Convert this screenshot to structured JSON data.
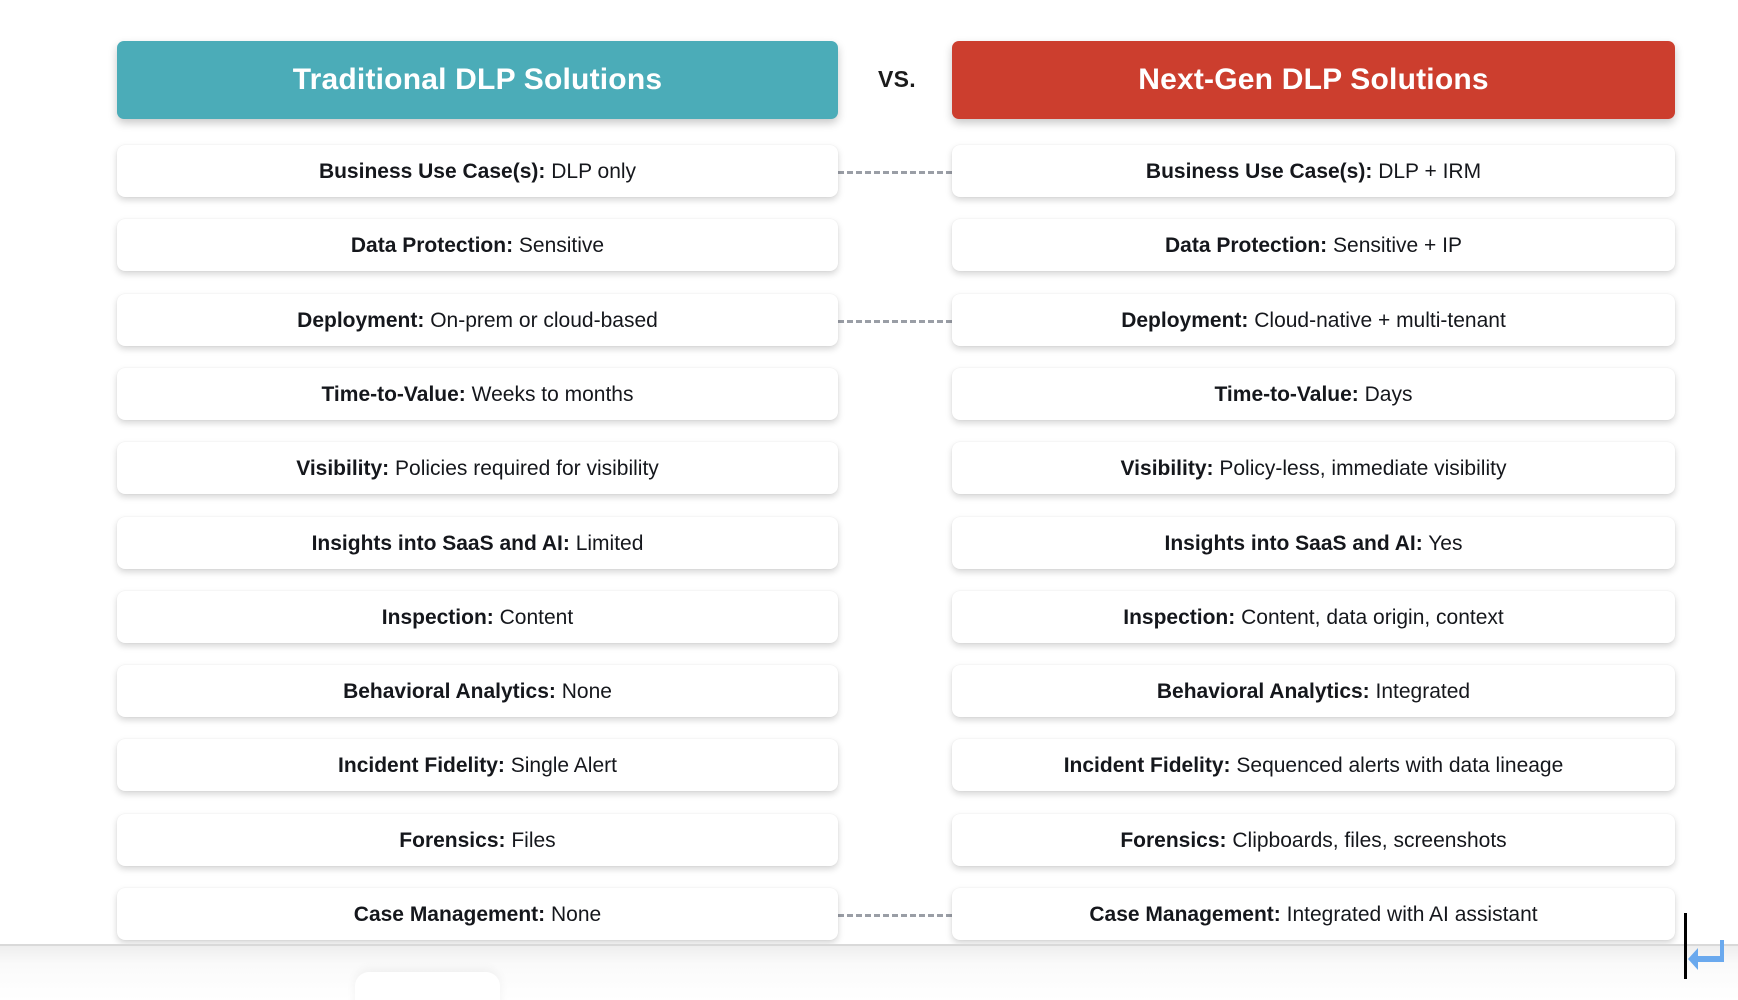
{
  "headers": {
    "left": "Traditional DLP Solutions",
    "right": "Next-Gen DLP Solutions",
    "divider": "VS."
  },
  "colors": {
    "left_header_bg": "#4BACB8",
    "right_header_bg": "#CC3E2E",
    "header_text": "#FFFFFF",
    "card_bg": "#FFFFFF",
    "card_text": "#15171C",
    "connector": "#9A9EA6",
    "caret": "#000000",
    "return_arrow": "#6AA9EE"
  },
  "rows": [
    {
      "connector": true,
      "left": {
        "key": "Business Use Case(s):",
        "value": "DLP only"
      },
      "right": {
        "key": "Business Use Case(s):",
        "value": "DLP + IRM"
      }
    },
    {
      "connector": false,
      "left": {
        "key": "Data Protection:",
        "value": "Sensitive"
      },
      "right": {
        "key": "Data Protection:",
        "value": "Sensitive + IP"
      }
    },
    {
      "connector": true,
      "left": {
        "key": "Deployment:",
        "value": "On-prem or cloud-based"
      },
      "right": {
        "key": "Deployment:",
        "value": "Cloud-native + multi-tenant"
      }
    },
    {
      "connector": false,
      "left": {
        "key": "Time-to-Value:",
        "value": "Weeks to months"
      },
      "right": {
        "key": "Time-to-Value:",
        "value": "Days"
      }
    },
    {
      "connector": false,
      "left": {
        "key": "Visibility:",
        "value": "Policies required for visibility"
      },
      "right": {
        "key": "Visibility:",
        "value": "Policy-less, immediate visibility"
      }
    },
    {
      "connector": false,
      "left": {
        "key": "Insights into SaaS and AI:",
        "value": "Limited"
      },
      "right": {
        "key": "Insights into SaaS and AI:",
        "value": "Yes"
      }
    },
    {
      "connector": false,
      "left": {
        "key": "Inspection:",
        "value": "Content"
      },
      "right": {
        "key": "Inspection:",
        "value": "Content, data origin, context"
      }
    },
    {
      "connector": false,
      "left": {
        "key": "Behavioral Analytics:",
        "value": "None"
      },
      "right": {
        "key": "Behavioral Analytics:",
        "value": "Integrated"
      }
    },
    {
      "connector": false,
      "left": {
        "key": "Incident Fidelity:",
        "value": "Single Alert"
      },
      "right": {
        "key": "Incident Fidelity:",
        "value": "Sequenced alerts with data lineage"
      }
    },
    {
      "connector": false,
      "left": {
        "key": "Forensics:",
        "value": "Files"
      },
      "right": {
        "key": "Forensics:",
        "value": "Clipboards, files, screenshots"
      }
    },
    {
      "connector": true,
      "left": {
        "key": "Case Management:",
        "value": "None"
      },
      "right": {
        "key": "Case Management:",
        "value": "Integrated with AI assistant"
      }
    }
  ],
  "icons": {
    "return_arrow": "return-arrow-icon",
    "text_caret": "text-caret-icon"
  },
  "layout": {
    "row_top_start": 145,
    "row_pitch": 74.3
  }
}
